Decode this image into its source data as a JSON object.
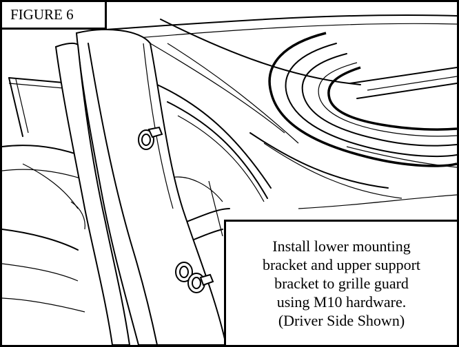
{
  "figure": {
    "label": "FIGURE 6",
    "caption_lines": [
      "Install lower mounting",
      "bracket and upper support",
      "bracket to grille guard",
      "using M10 hardware.",
      "(Driver Side Shown)"
    ]
  },
  "colors": {
    "line": "#000000",
    "background": "#ffffff"
  },
  "icons": {
    "bolt": "hex-bolt-with-washer"
  }
}
